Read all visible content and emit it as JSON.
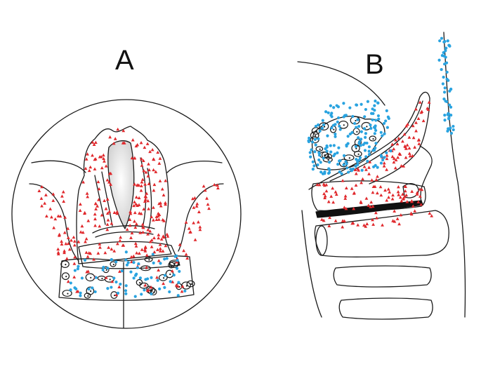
{
  "panels": {
    "a": {
      "label": "A"
    },
    "b": {
      "label": "B"
    }
  },
  "colors": {
    "background": "#ffffff",
    "line": "#1a1a1a",
    "triangle_marker": "#e0282c",
    "dot_marker": "#29a3e0",
    "cavity_fill": "#d8d8d8",
    "dark_band": "#111111"
  },
  "legend": {
    "triangle_marker_icon": "red-triangle",
    "dot_marker_icon": "blue-dot"
  }
}
